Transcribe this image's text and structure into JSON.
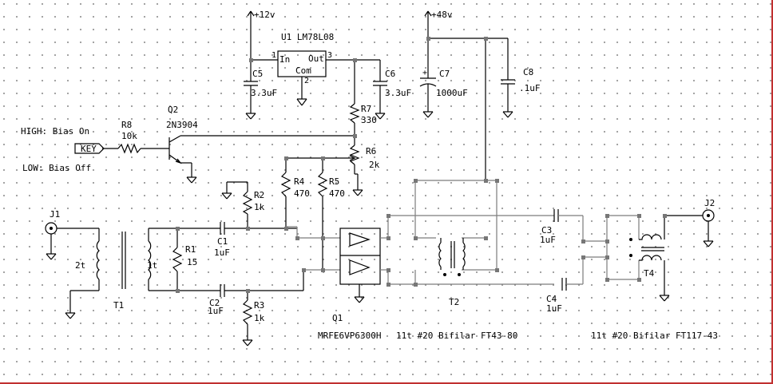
{
  "rails": {
    "v12": "+12v",
    "v48": "+48v"
  },
  "regulator": {
    "ref": "U1 LM78L08",
    "in": "In",
    "out": "Out",
    "com": "Com",
    "pin1": "1",
    "pin2": "2",
    "pin3": "3"
  },
  "capacitors": {
    "c5": {
      "ref": "C5",
      "value": "3.3uF"
    },
    "c6": {
      "ref": "C6",
      "value": "3.3uF"
    },
    "c7": {
      "ref": "C7",
      "value": "1000uF"
    },
    "c8": {
      "ref": "C8",
      "value": ".1uF"
    },
    "c1": {
      "ref": "C1",
      "value": "1uF"
    },
    "c2": {
      "ref": "C2",
      "value": "1uF"
    },
    "c3": {
      "ref": "C3",
      "value": "1uF"
    },
    "c4": {
      "ref": "C4",
      "value": "1uF"
    }
  },
  "resistors": {
    "r7": {
      "ref": "R7",
      "value": "330"
    },
    "r6": {
      "ref": "R6",
      "value": "2k"
    },
    "r8": {
      "ref": "R8",
      "value": "10k"
    },
    "r4": {
      "ref": "R4",
      "value": "470"
    },
    "r5": {
      "ref": "R5",
      "value": "470"
    },
    "r2": {
      "ref": "R2",
      "value": "1k"
    },
    "r3": {
      "ref": "R3",
      "value": "1k"
    },
    "r1": {
      "ref": "R1",
      "value": "15"
    }
  },
  "transistor": {
    "ref": "Q2",
    "part": "2N3904"
  },
  "key": {
    "label": "KEY",
    "high": "HIGH: Bias On",
    "low": "LOW: Bias Off"
  },
  "connectors": {
    "j1": "J1",
    "j2": "J2"
  },
  "transformers": {
    "t1": {
      "ref": "T1",
      "primary": "2t",
      "secondary": "1t"
    },
    "t2": {
      "ref": "T2"
    },
    "t4": {
      "ref": "T4"
    }
  },
  "mosfet": {
    "ref": "Q1"
  },
  "notes": {
    "part_note": "MRFE6VP6300H",
    "t2_note": "11t #20 Bifilar FT43-80",
    "t4_note": "11t #20 Bifilar FT117-43"
  }
}
